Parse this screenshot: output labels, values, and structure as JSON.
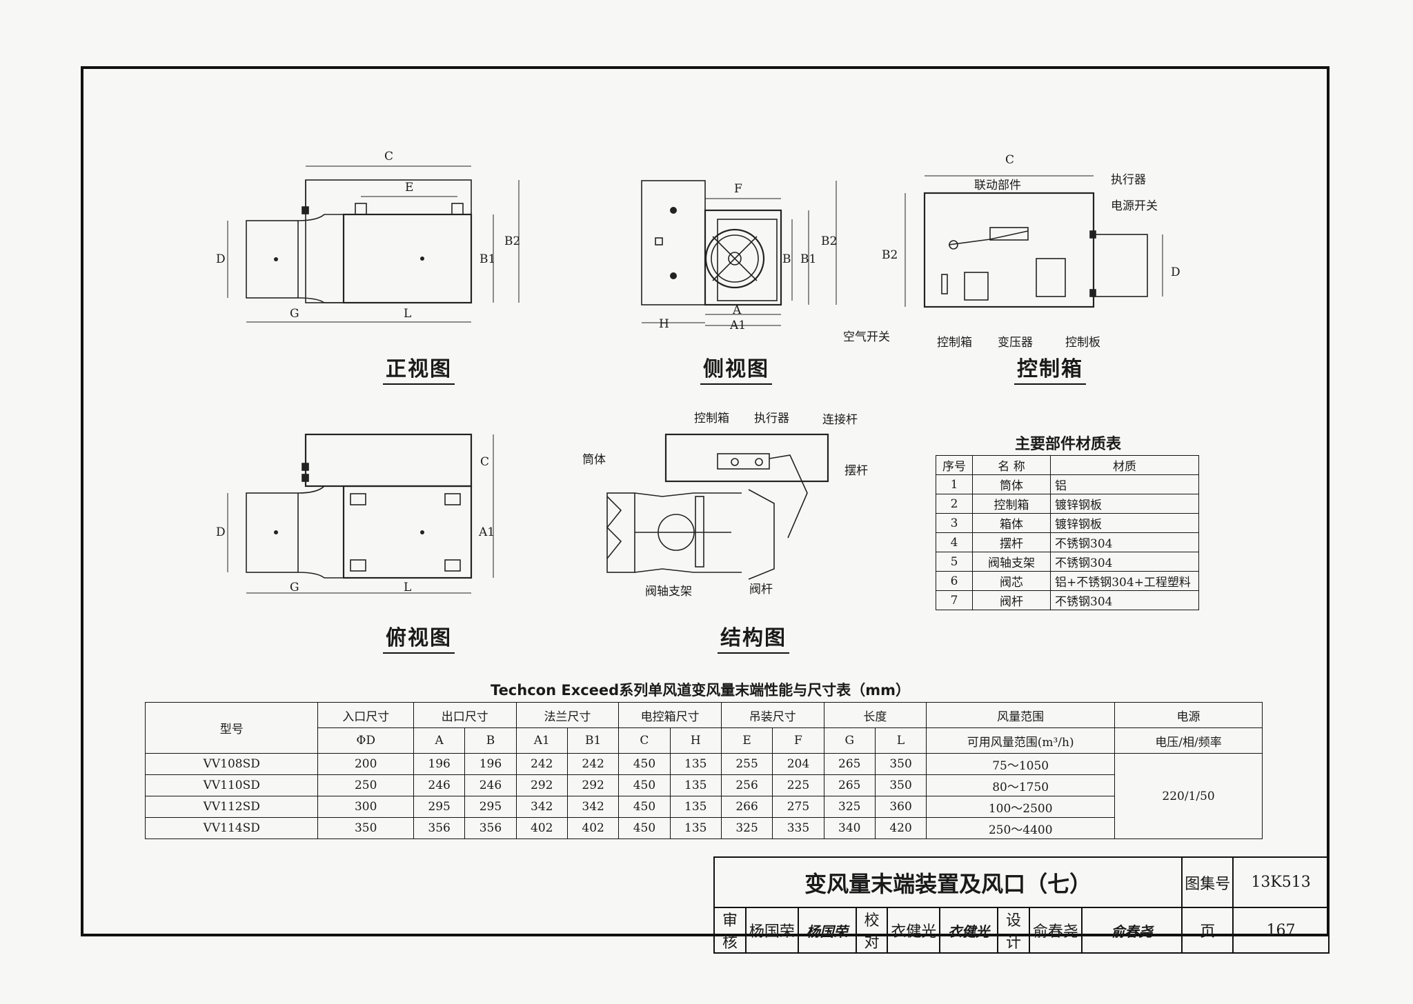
{
  "views": {
    "front": "正视图",
    "side": "侧视图",
    "control": "控制箱",
    "top": "俯视图",
    "structure": "结构图"
  },
  "dims": {
    "A": "A",
    "A1": "A1",
    "B": "B",
    "B1": "B1",
    "B2": "B2",
    "C": "C",
    "D": "D",
    "E": "E",
    "F": "F",
    "G": "G",
    "H": "H",
    "L": "L"
  },
  "control_labels": {
    "linkage": "联动部件",
    "actuator": "执行器",
    "power_switch": "电源开关",
    "air_switch": "空气开关",
    "control_box": "控制箱",
    "transformer": "变压器",
    "control_board": "控制板"
  },
  "structure_labels": {
    "control_box": "控制箱",
    "actuator": "执行器",
    "link_rod": "连接杆",
    "cylinder": "筒体",
    "swing_rod": "摆杆",
    "shaft_bracket": "阀轴支架",
    "valve_rod": "阀杆"
  },
  "materials": {
    "title": "主要部件材质表",
    "headers": [
      "序号",
      "名 称",
      "材质"
    ],
    "rows": [
      [
        "1",
        "筒体",
        "铝"
      ],
      [
        "2",
        "控制箱",
        "镀锌钢板"
      ],
      [
        "3",
        "箱体",
        "镀锌钢板"
      ],
      [
        "4",
        "摆杆",
        "不锈钢304"
      ],
      [
        "5",
        "阀轴支架",
        "不锈钢304"
      ],
      [
        "6",
        "阀芯",
        "铝+不锈钢304+工程塑料"
      ],
      [
        "7",
        "阀杆",
        "不锈钢304"
      ]
    ]
  },
  "performance": {
    "title": "Techcon Exceed系列单风道变风量末端性能与尺寸表（mm）",
    "model_header": "型号",
    "group_headers": [
      "入口尺寸",
      "出口尺寸",
      "法兰尺寸",
      "电控箱尺寸",
      "吊装尺寸",
      "长度",
      "风量范围",
      "电源"
    ],
    "sub_headers": [
      "ΦD",
      "A",
      "B",
      "A1",
      "B1",
      "C",
      "H",
      "E",
      "F",
      "G",
      "L",
      "可用风量范围(m³/h)",
      "电压/相/频率"
    ],
    "rows": [
      [
        "VV108SD",
        "200",
        "196",
        "196",
        "242",
        "242",
        "450",
        "135",
        "255",
        "204",
        "265",
        "350",
        "75～1050"
      ],
      [
        "VV110SD",
        "250",
        "246",
        "246",
        "292",
        "292",
        "450",
        "135",
        "256",
        "225",
        "265",
        "350",
        "80～1750"
      ],
      [
        "VV112SD",
        "300",
        "295",
        "295",
        "342",
        "342",
        "450",
        "135",
        "266",
        "275",
        "325",
        "360",
        "100～2500"
      ],
      [
        "VV114SD",
        "350",
        "356",
        "356",
        "402",
        "402",
        "450",
        "135",
        "325",
        "335",
        "340",
        "420",
        "250～4400"
      ]
    ],
    "power": "220/1/50"
  },
  "title_block": {
    "title": "变风量末端装置及风口（七）",
    "atlas_label": "图集号",
    "atlas_no": "13K513",
    "review_label": "审核",
    "reviewer": "杨国荣",
    "check_label": "校对",
    "checker": "衣健光",
    "design_label": "设计",
    "designer": "俞春尧",
    "page_label": "页",
    "page_no": "167",
    "sig_reviewer": "杨国荣",
    "sig_checker": "衣健光",
    "sig_designer": "俞春尧"
  }
}
